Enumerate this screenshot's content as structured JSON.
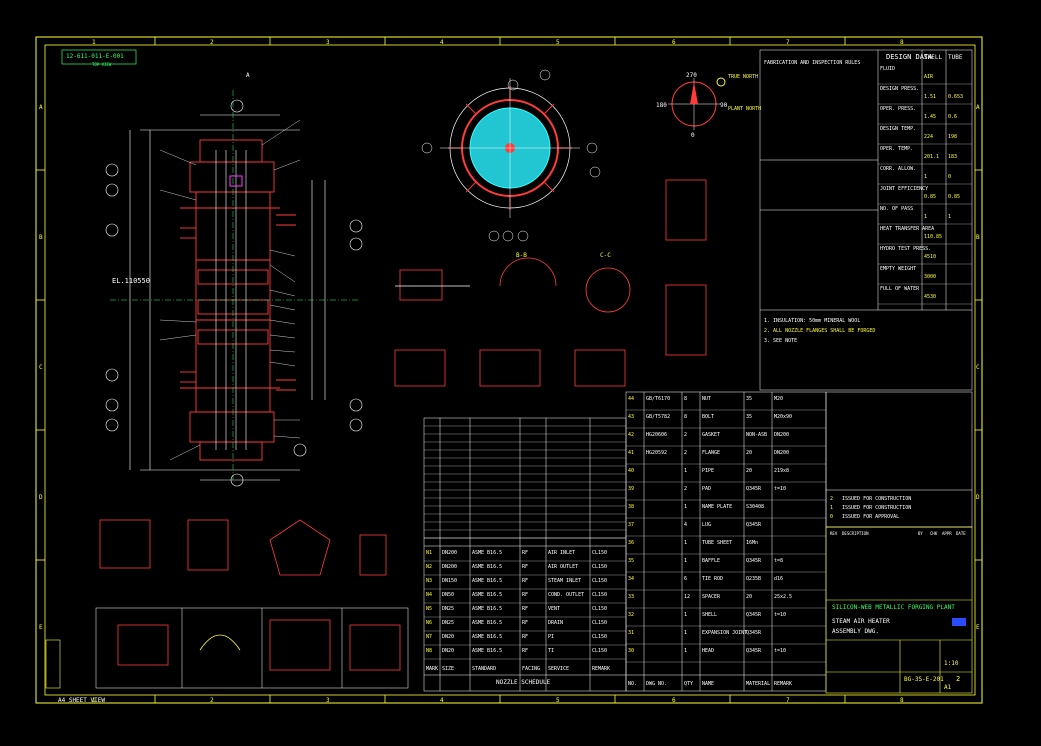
{
  "drawing": {
    "top_left_tag": "12-611-011-E-001",
    "top_left_sub": "TOP VIEW",
    "bottom_left_note": "A4 SHEET VIEW",
    "view_label_a": "A",
    "section_bb": "B-B",
    "section_cc": "C-C",
    "elevation": "EL.110550",
    "plant_north": "PLANT NORTH",
    "true_north": "TRUE NORTH",
    "dim_270": "270",
    "dim_90": "90",
    "dim_0": "0",
    "dim_180": "180"
  },
  "border": {
    "columns": [
      "1",
      "2",
      "3",
      "4",
      "5",
      "6",
      "7",
      "8"
    ],
    "rows": [
      "A",
      "B",
      "C",
      "D",
      "E"
    ]
  },
  "design_data": {
    "header": "DESIGN DATA",
    "col_shell": "SHELL",
    "col_tube": "TUBE",
    "fab_header": "FABRICATION AND INSPECTION RULES",
    "rows": [
      {
        "k": "FLUID",
        "shell": "AIR",
        "tube": ""
      },
      {
        "k": "DESIGN PRESS.",
        "shell": "1.51",
        "tube": "0.653"
      },
      {
        "k": "OPER. PRESS.",
        "shell": "1.45",
        "tube": "0.6"
      },
      {
        "k": "DESIGN TEMP.",
        "shell": "224",
        "tube": "198"
      },
      {
        "k": "OPER. TEMP.",
        "shell": "201.1",
        "tube": "183"
      },
      {
        "k": "CORR. ALLOW.",
        "shell": "1",
        "tube": "0"
      },
      {
        "k": "JOINT EFFICIENCY",
        "shell": "0.85",
        "tube": "0.85"
      },
      {
        "k": "NO. OF PASS",
        "shell": "1",
        "tube": "1"
      },
      {
        "k": "HEAT TRANSFER AREA",
        "shell": "110.85",
        "tube": ""
      },
      {
        "k": "HYDRO TEST PRESS.",
        "shell": "4510",
        "tube": ""
      },
      {
        "k": "EMPTY WEIGHT",
        "shell": "3000",
        "tube": ""
      },
      {
        "k": "FULL OF WATER",
        "shell": "4530",
        "tube": ""
      }
    ],
    "note_1": "1. INSULATION: 50mm MINERAL WOOL",
    "note_2": "2. ALL NOZZLE FLANGES SHALL BE FORGED",
    "note_3": "3. SEE NOTE"
  },
  "nozzle_schedule": {
    "title": "NOZZLE SCHEDULE",
    "headers": [
      "MARK",
      "SIZE",
      "STANDARD",
      "FACING",
      "SERVICE",
      "REMARK"
    ],
    "rows": [
      [
        "N1",
        "DN200",
        "ASME B16.5",
        "RF",
        "AIR INLET",
        "CL150"
      ],
      [
        "N2",
        "DN200",
        "ASME B16.5",
        "RF",
        "AIR OUTLET",
        "CL150"
      ],
      [
        "N3",
        "DN150",
        "ASME B16.5",
        "RF",
        "STEAM INLET",
        "CL150"
      ],
      [
        "N4",
        "DN50",
        "ASME B16.5",
        "RF",
        "COND. OUTLET",
        "CL150"
      ],
      [
        "N5",
        "DN25",
        "ASME B16.5",
        "RF",
        "VENT",
        "CL150"
      ],
      [
        "N6",
        "DN25",
        "ASME B16.5",
        "RF",
        "DRAIN",
        "CL150"
      ],
      [
        "N7",
        "DN20",
        "ASME B16.5",
        "RF",
        "PI",
        "CL150"
      ],
      [
        "N8",
        "DN20",
        "ASME B16.5",
        "RF",
        "TI",
        "CL150"
      ]
    ]
  },
  "parts_list": {
    "headers": [
      "NO.",
      "DWG NO.",
      "QTY",
      "NAME",
      "MATERIAL",
      "REMARK"
    ],
    "rows": [
      [
        "44",
        "GB/T6170",
        "8",
        "NUT",
        "35",
        "M20"
      ],
      [
        "43",
        "GB/T5782",
        "8",
        "BOLT",
        "35",
        "M20x90"
      ],
      [
        "42",
        "HG20606",
        "2",
        "GASKET",
        "NON-ASB",
        "DN200"
      ],
      [
        "41",
        "HG20592",
        "2",
        "FLANGE",
        "20",
        "DN200"
      ],
      [
        "40",
        "",
        "1",
        "PIPE",
        "20",
        "219x8"
      ],
      [
        "39",
        "",
        "2",
        "PAD",
        "Q345R",
        "t=10"
      ],
      [
        "38",
        "",
        "1",
        "NAME PLATE",
        "S30408",
        ""
      ],
      [
        "37",
        "",
        "4",
        "LUG",
        "Q345R",
        ""
      ],
      [
        "36",
        "",
        "1",
        "TUBE SHEET",
        "16Mn",
        ""
      ],
      [
        "35",
        "",
        "1",
        "BAFFLE",
        "Q345R",
        "t=8"
      ],
      [
        "34",
        "",
        "6",
        "TIE ROD",
        "Q235B",
        "d16"
      ],
      [
        "33",
        "",
        "12",
        "SPACER",
        "20",
        "25x2.5"
      ],
      [
        "32",
        "",
        "1",
        "SHELL",
        "Q345R",
        "t=10"
      ],
      [
        "31",
        "",
        "1",
        "EXPANSION JOINT",
        "Q345R",
        ""
      ],
      [
        "30",
        "",
        "1",
        "HEAD",
        "Q345R",
        "t=10"
      ]
    ]
  },
  "revisions": {
    "header": [
      "REV",
      "DESCRIPTION",
      "BY",
      "CHK",
      "APPR",
      "DATE"
    ],
    "rows": [
      [
        "2",
        "ISSUED FOR CONSTRUCTION",
        "",
        "",
        "",
        ""
      ],
      [
        "1",
        "ISSUED FOR CONSTRUCTION",
        "",
        "",
        "",
        ""
      ],
      [
        "0",
        "ISSUED FOR APPROVAL",
        "",
        "",
        "",
        ""
      ]
    ]
  },
  "title_block": {
    "company": "SILICON-WEB METALLIC FORGING PLANT",
    "project": "STEAM AIR HEATER",
    "dwg_type": "ASSEMBLY DWG.",
    "dwg_no": "BG-3S-E-201",
    "scale": "1:10",
    "sheet": "2",
    "size": "A1"
  },
  "colors": {
    "border": "#ffff33",
    "drawing_red": "#ff3b3b",
    "text_white": "#ffffff",
    "green": "#33ff66",
    "cyan": "#33ffff",
    "magenta": "#ff33ff"
  }
}
